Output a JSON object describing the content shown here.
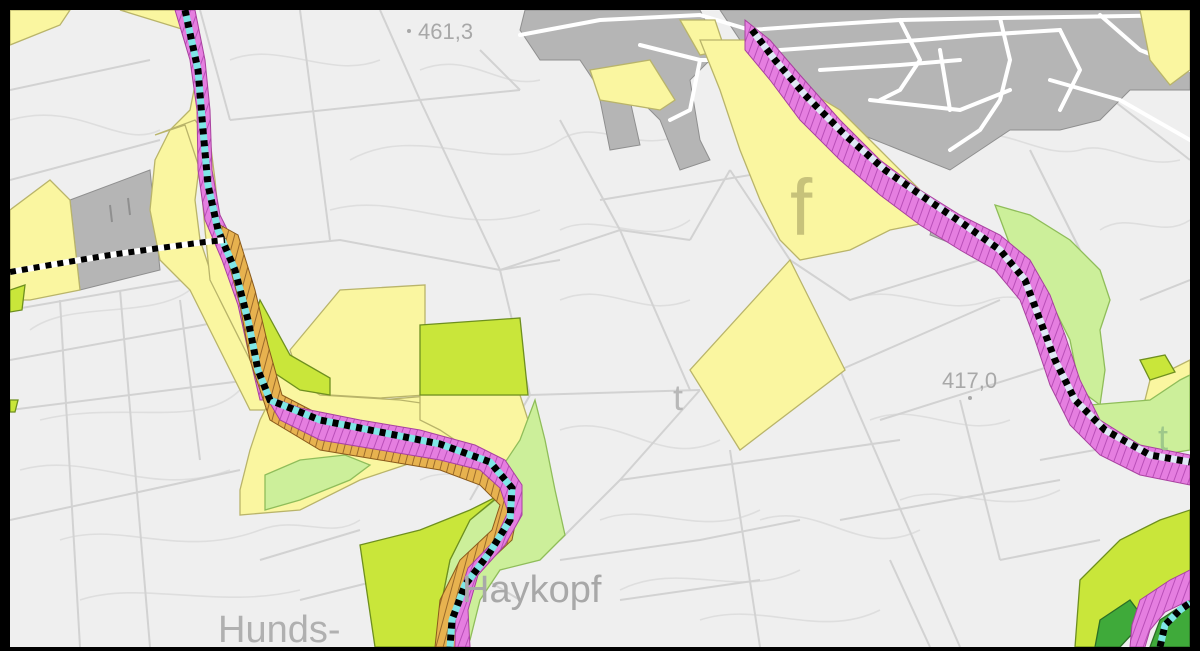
{
  "map": {
    "place_labels": {
      "haykopf": "Haykopf",
      "hunds": "Hunds-"
    },
    "elevation_labels": {
      "top": "461,3",
      "right": "417,0"
    },
    "zone_letters": {
      "forest_f": "f",
      "t_center": "t",
      "t_right": "t"
    },
    "colors": {
      "background": "#efefef",
      "frame": "#000000",
      "settlement": "#b5b5b5",
      "roads": "#ffffff",
      "parcel_lines": "#d2d2d2",
      "contour_lines": "#dedede",
      "light_yellow_zone": "#faf6a0",
      "yellow_green_zone": "#c9e63a",
      "light_green_zone": "#ccef9a",
      "dark_green_zone": "#3faa3a",
      "pink_hatched_corridor": "#e57ee0",
      "orange_hatched_corridor": "#e0a84a",
      "boundary_dash_black": "#000000",
      "boundary_dash_cyan": "#7fe6e6",
      "label_gray": "#a8a8a8"
    }
  }
}
